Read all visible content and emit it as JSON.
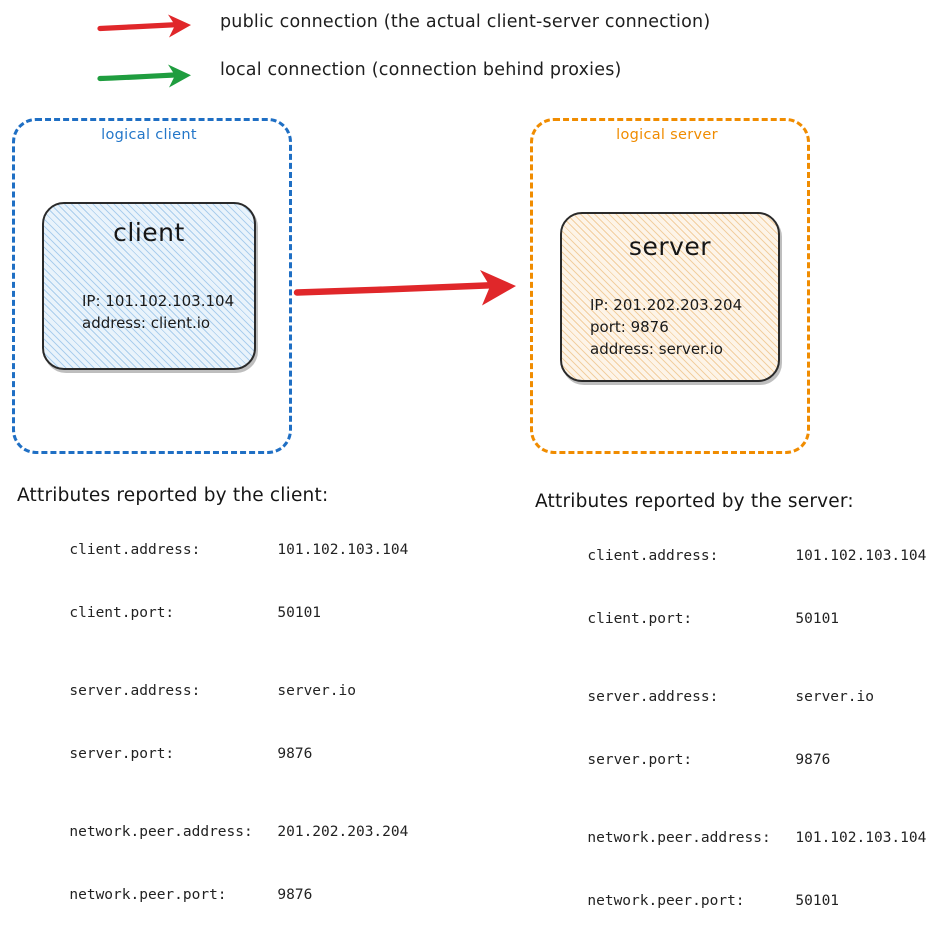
{
  "legend": {
    "items": [
      {
        "icon": "red-arrow-icon",
        "color": "#e0272a",
        "label": "public connection (the actual client-server connection)"
      },
      {
        "icon": "green-arrow-icon",
        "color": "#1f9d3f",
        "label": "local connection (connection behind proxies)"
      }
    ]
  },
  "diagram": {
    "connection_arrow": {
      "icon": "red-arrow-icon",
      "color": "#e0272a",
      "direction": "client-to-server"
    },
    "client_zone": {
      "label": "logical client",
      "color": "#2477c9",
      "node": {
        "title": "client",
        "details": "IP: 101.102.103.104\naddress: client.io",
        "fill": "#e9f3fb",
        "hatch": "#78afe1"
      }
    },
    "server_zone": {
      "label": "logical server",
      "color": "#f08c00",
      "node": {
        "title": "server",
        "details": "IP: 201.202.203.204\nport: 9876\naddress: server.io",
        "fill": "#fdf4e8",
        "hatch": "#e8aa5a"
      }
    }
  },
  "attributes": {
    "client_report": {
      "heading": "Attributes reported by the client:",
      "groups": [
        {
          "rows": [
            {
              "key": "client.address:",
              "value": "101.102.103.104"
            },
            {
              "key": "client.port:",
              "value": "50101"
            }
          ]
        },
        {
          "rows": [
            {
              "key": "server.address:",
              "value": "server.io"
            },
            {
              "key": "server.port:",
              "value": "9876"
            }
          ]
        },
        {
          "rows": [
            {
              "key": "network.peer.address:",
              "value": "201.202.203.204"
            },
            {
              "key": "network.peer.port:",
              "value": "9876"
            }
          ]
        }
      ]
    },
    "server_report": {
      "heading": "Attributes reported by the server:",
      "groups": [
        {
          "rows": [
            {
              "key": "client.address:",
              "value": "101.102.103.104"
            },
            {
              "key": "client.port:",
              "value": "50101"
            }
          ]
        },
        {
          "rows": [
            {
              "key": "server.address:",
              "value": "server.io"
            },
            {
              "key": "server.port:",
              "value": "9876"
            }
          ]
        },
        {
          "rows": [
            {
              "key": "network.peer.address:",
              "value": "101.102.103.104"
            },
            {
              "key": "network.peer.port:",
              "value": "50101"
            }
          ]
        }
      ]
    }
  }
}
